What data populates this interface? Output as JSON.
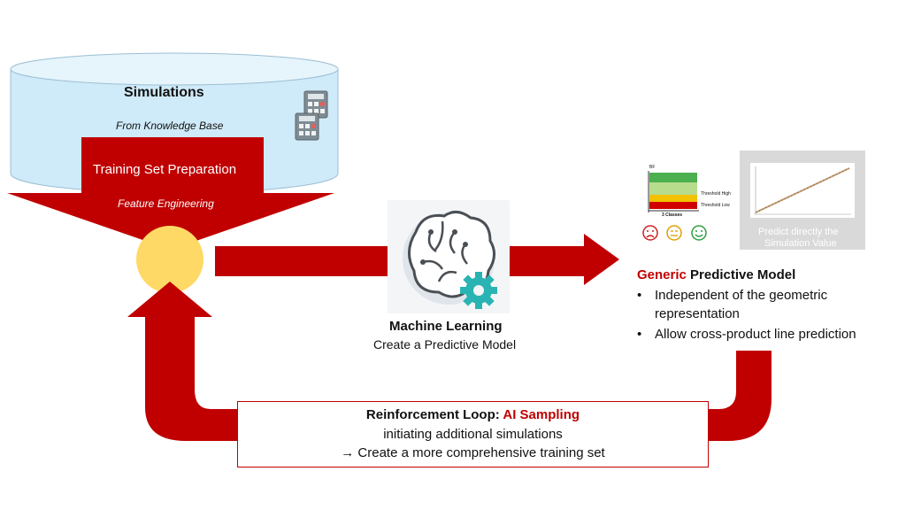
{
  "database": {
    "title": "Simulations",
    "subtitle": "From Knowledge Base"
  },
  "funnel": {
    "title": "Training Set Preparation",
    "subtitle": "Feature Engineering"
  },
  "ml": {
    "title": "Machine Learning",
    "subtitle": "Create a Predictive Model",
    "icon": "brain-gear-icon"
  },
  "model": {
    "title_highlight": "Generic",
    "title_rest": " Predictive Model",
    "bullets": [
      "Independent of the geometric",
      "representation",
      "Allow cross-product line prediction"
    ]
  },
  "classes_chart": {
    "axis_label": "BF",
    "top_label": "Threshold High",
    "bottom_label": "Threshold Low",
    "caption": "3 Classes",
    "faces": [
      "sad-face-icon",
      "neutral-face-icon",
      "happy-face-icon"
    ]
  },
  "predict_panel": {
    "caption_line1": "Predict directly the",
    "caption_line2": "Simulation Value"
  },
  "loop": {
    "title_prefix": "Reinforcement Loop: ",
    "title_highlight": "AI Sampling",
    "line2": "initiating additional simulations",
    "line3": "→ Create a more comprehensive training set"
  },
  "colors": {
    "arrow_red": "#c00000",
    "db_blue": "#cfeaf8",
    "hub_yellow": "#ffd966",
    "gear_teal": "#2ab3b3"
  }
}
